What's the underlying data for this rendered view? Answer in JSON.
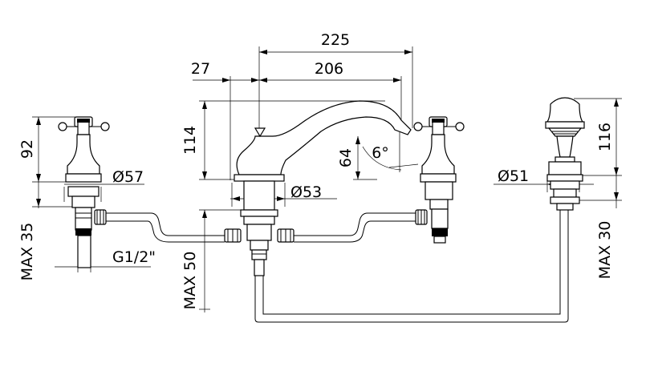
{
  "dimensions": {
    "d225": "225",
    "d27": "27",
    "d206": "206",
    "d114": "114",
    "d92": "92",
    "d64": "64",
    "d116": "116",
    "d57": "Ø57",
    "d53": "Ø53",
    "d51": "Ø51",
    "angle": "6°",
    "max35": "MAX 35",
    "max50": "MAX 50",
    "max30": "MAX 30",
    "thread": "G1/2\""
  }
}
